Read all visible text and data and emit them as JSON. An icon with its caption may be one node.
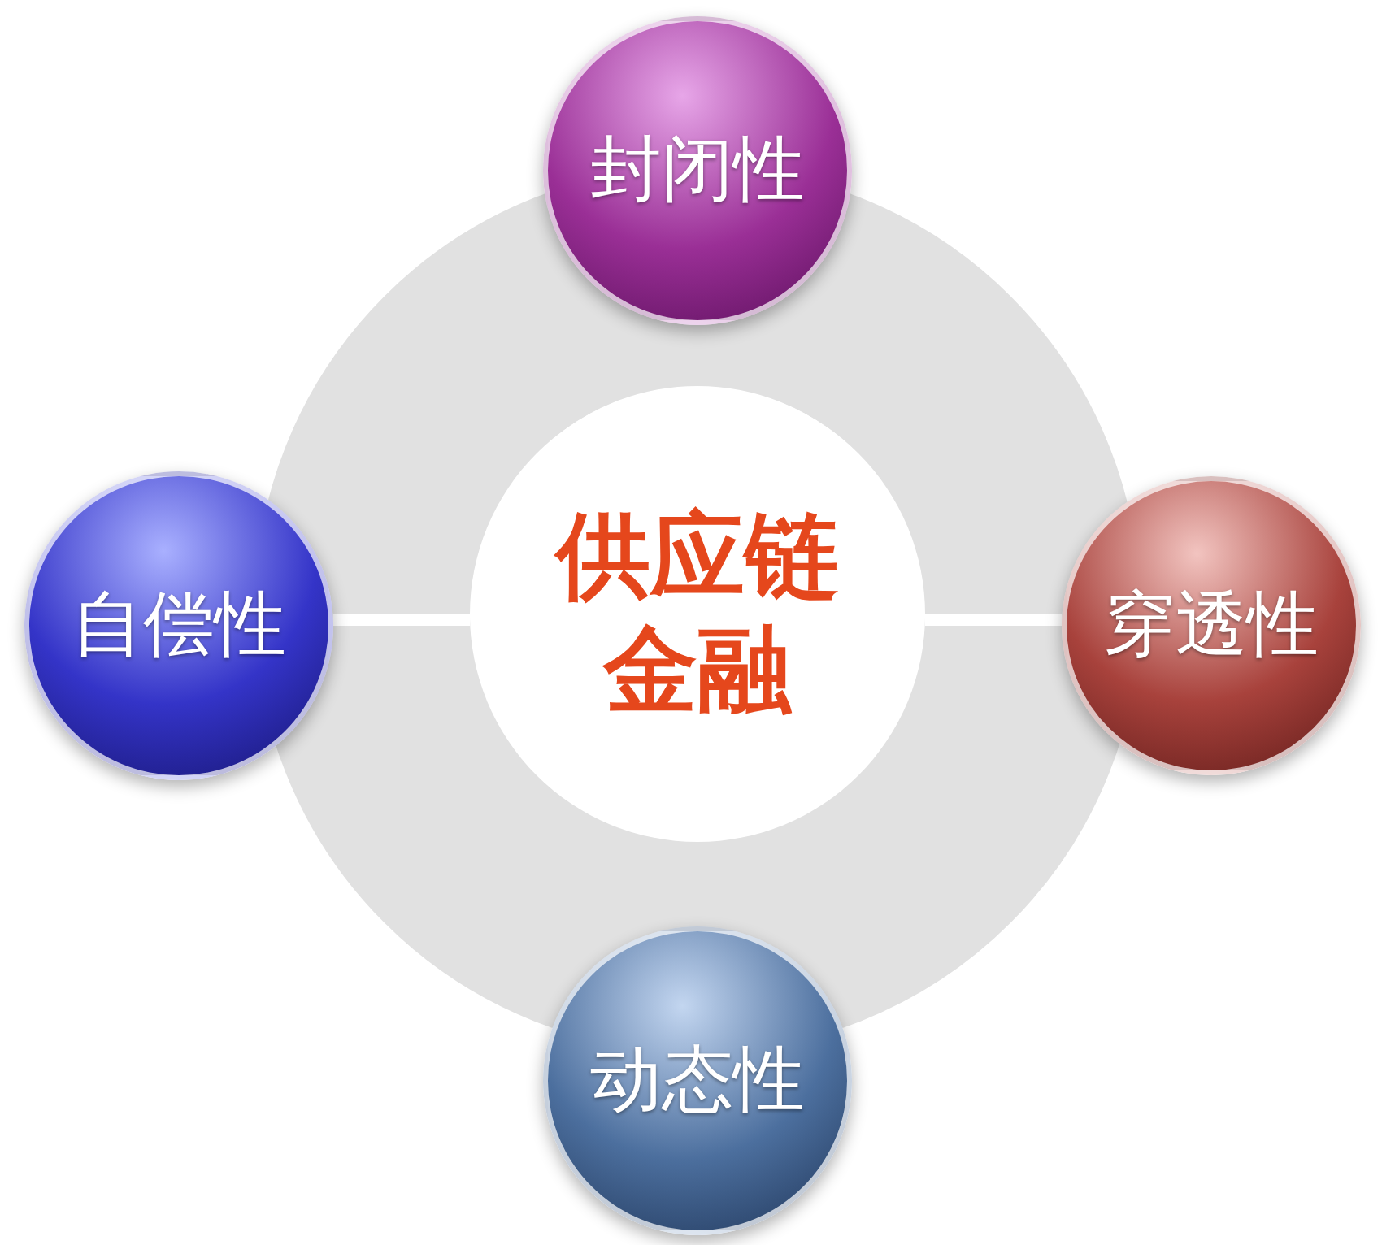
{
  "diagram": {
    "nodes": [
      {
        "text": [
          "封闭性"
        ]
      },
      {
        "text": [
          "自偿性"
        ]
      },
      {
        "text": [
          "供应链金融"
        ]
      },
      {
        "text": [
          "穿透性"
        ]
      },
      {
        "text": [
          "动态性"
        ]
      }
    ],
    "edges": [
      {
        "from": 1,
        "to": 2,
        "arrow": "none"
      },
      {
        "from": 2,
        "to": 3,
        "arrow": "none"
      }
    ]
  }
}
